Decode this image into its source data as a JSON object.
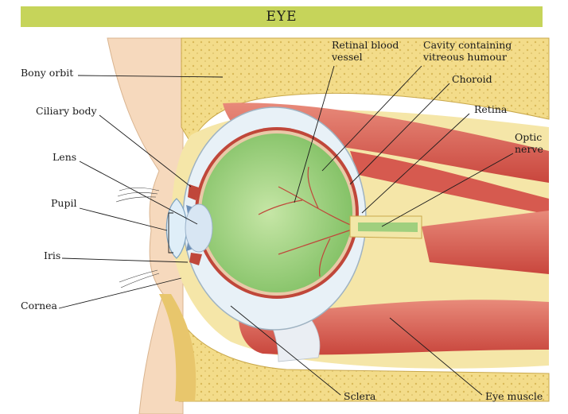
{
  "title": "EYE",
  "labels": {
    "bony_orbit": "Bony orbit",
    "ciliary_body": "Ciliary body",
    "lens": "Lens",
    "pupil": "Pupil",
    "iris": "Iris",
    "cornea": "Cornea",
    "retinal_vessel_1": "Retinal blood",
    "retinal_vessel_2": "vessel",
    "cavity_1": "Cavity containing",
    "cavity_2": "vitreous humour",
    "choroid": "Choroid",
    "retina": "Retina",
    "optic_1": "Optic",
    "optic_2": "nerve",
    "sclera": "Sclera",
    "eye_muscle": "Eye muscle"
  },
  "colors": {
    "title_bar": "#c6d45a",
    "skin": "#f6d9bd",
    "bone": "#f3dc8a",
    "fat": "#f5e6a8",
    "muscle": "#d9645a",
    "vitreous": "#9fcf7e",
    "sclera": "#e8f1f7",
    "choroid": "#c0473a"
  }
}
